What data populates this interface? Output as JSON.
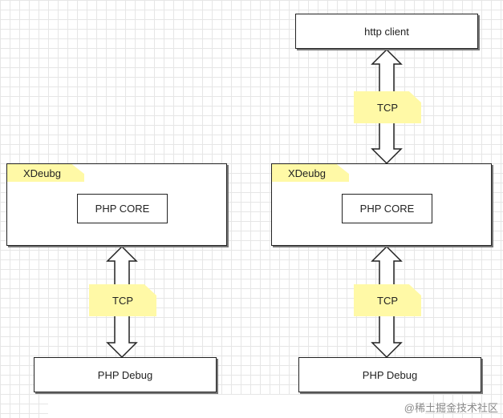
{
  "left_diagram": {
    "xdebug_tag": "XDeubg",
    "core_label": "PHP CORE",
    "tcp_label": "TCP",
    "debug_label": "PHP Debug"
  },
  "right_diagram": {
    "client_label": "http client",
    "top_tcp_label": "TCP",
    "xdebug_tag": "XDeubg",
    "core_label": "PHP CORE",
    "bottom_tcp_label": "TCP",
    "debug_label": "PHP Debug"
  },
  "watermark": "@稀土掘金技术社区",
  "colors": {
    "note": "#fff9a6",
    "border": "#222222",
    "grid": "#e6e6e6"
  }
}
